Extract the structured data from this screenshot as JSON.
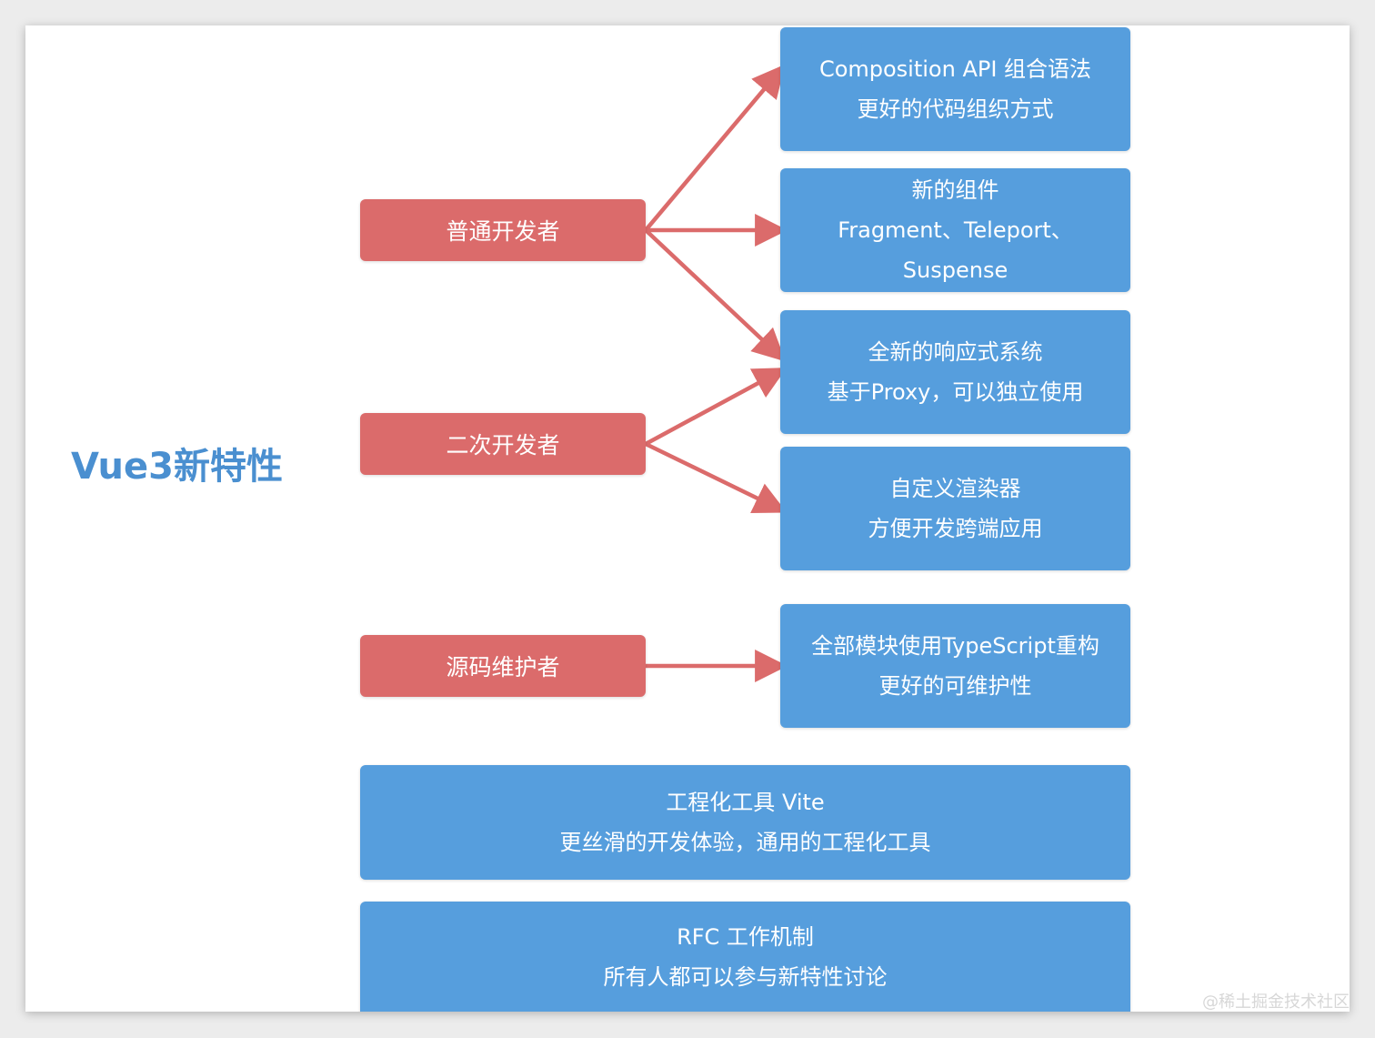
{
  "title": "Vue3新特性",
  "roles": {
    "regular": "普通开发者",
    "secondary": "二次开发者",
    "maintainer": "源码维护者"
  },
  "features": {
    "composition": [
      "Composition API 组合语法",
      "更好的代码组织方式"
    ],
    "components": [
      "新的组件",
      "Fragment、Teleport、",
      "Suspense"
    ],
    "reactivity": [
      "全新的响应式系统",
      "基于Proxy，可以独立使用"
    ],
    "renderer": [
      "自定义渲染器",
      "方便开发跨端应用"
    ],
    "typescript": [
      "全部模块使用TypeScript重构",
      "更好的可维护性"
    ],
    "vite": [
      "工程化工具 Vite",
      "更丝滑的开发体验，通用的工程化工具"
    ],
    "rfc": [
      "RFC 工作机制",
      "所有人都可以参与新特性讨论"
    ]
  },
  "watermark": "@稀土掘金技术社区",
  "colors": {
    "role": "#db6b6b",
    "feature": "#569edd",
    "arrow": "#db6b6b",
    "title": "#4a8fd0"
  }
}
